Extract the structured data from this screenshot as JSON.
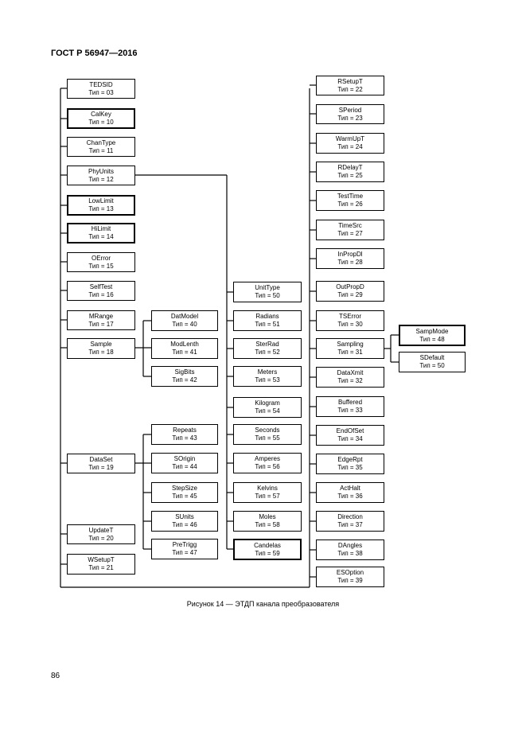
{
  "header": "ГОСТ Р 56947—2016",
  "caption": "Рисунок 14 — ЭТДП канала преобразователя",
  "page_number": "86",
  "col1": [
    {
      "name": "TEDSID",
      "type": "Тип = 03"
    },
    {
      "name": "CalKey",
      "type": "Тип = 10"
    },
    {
      "name": "ChanType",
      "type": "Тип = 11"
    },
    {
      "name": "PhyUnits",
      "type": "Тип = 12"
    },
    {
      "name": "LowLimit",
      "type": "Тип = 13"
    },
    {
      "name": "HiLimit",
      "type": "Тип = 14"
    },
    {
      "name": "OError",
      "type": "Тип = 15"
    },
    {
      "name": "SelfTest",
      "type": "Тип = 16"
    },
    {
      "name": "MRange",
      "type": "Тип = 17"
    },
    {
      "name": "Sample",
      "type": "Тип = 18"
    },
    {
      "name": "DataSet",
      "type": "Тип = 19"
    },
    {
      "name": "UpdateT",
      "type": "Тип = 20"
    },
    {
      "name": "WSetupT",
      "type": "Тип = 21"
    }
  ],
  "sample_children": [
    {
      "name": "DatModel",
      "type": "Тип = 40"
    },
    {
      "name": "ModLenth",
      "type": "Тип = 41"
    },
    {
      "name": "SigBits",
      "type": "Тип = 42"
    }
  ],
  "dataset_children": [
    {
      "name": "Repeats",
      "type": "Тип = 43"
    },
    {
      "name": "SOrigin",
      "type": "Тип = 44"
    },
    {
      "name": "StepSize",
      "type": "Тип = 45"
    },
    {
      "name": "SUnits",
      "type": "Тип = 46"
    },
    {
      "name": "PreTrigg",
      "type": "Тип = 47"
    }
  ],
  "phyunits_children": [
    {
      "name": "UnitType",
      "type": "Тип = 50"
    },
    {
      "name": "Radians",
      "type": "Тип = 51"
    },
    {
      "name": "SterRad",
      "type": "Тип = 52"
    },
    {
      "name": "Meters",
      "type": "Тип = 53"
    },
    {
      "name": "Kilogram",
      "type": "Тип = 54"
    },
    {
      "name": "Seconds",
      "type": "Тип = 55"
    },
    {
      "name": "Amperes",
      "type": "Тип = 56"
    },
    {
      "name": "Kelvins",
      "type": "Тип = 57"
    },
    {
      "name": "Moles",
      "type": "Тип = 58"
    },
    {
      "name": "Candelas",
      "type": "Тип = 59"
    }
  ],
  "col4": [
    {
      "name": "RSetupT",
      "type": "Тип = 22"
    },
    {
      "name": "SPeriod",
      "type": "Тип = 23"
    },
    {
      "name": "WarmUpT",
      "type": "Тип = 24"
    },
    {
      "name": "RDelayT",
      "type": "Тип = 25"
    },
    {
      "name": "TestTime",
      "type": "Тип = 26"
    },
    {
      "name": "TimeSrc",
      "type": "Тип = 27"
    },
    {
      "name": "InPropDl",
      "type": "Тип = 28"
    },
    {
      "name": "OutPropD",
      "type": "Тип = 29"
    },
    {
      "name": "TSError",
      "type": "Тип = 30"
    },
    {
      "name": "Sampling",
      "type": "Тип = 31"
    },
    {
      "name": "DataXmit",
      "type": "Тип = 32"
    },
    {
      "name": "Buffered",
      "type": "Тип = 33"
    },
    {
      "name": "EndOfSet",
      "type": "Тип = 34"
    },
    {
      "name": "EdgeRpt",
      "type": "Тип = 35"
    },
    {
      "name": "ActHalt",
      "type": "Тип = 36"
    },
    {
      "name": "Direction",
      "type": "Тип = 37"
    },
    {
      "name": "DAngles",
      "type": "Тип = 38"
    },
    {
      "name": "ESOption",
      "type": "Тип = 39"
    }
  ],
  "sampling_children": [
    {
      "name": "SampMode",
      "type": "Тип = 48"
    },
    {
      "name": "SDefault",
      "type": "Тип = 50"
    }
  ]
}
